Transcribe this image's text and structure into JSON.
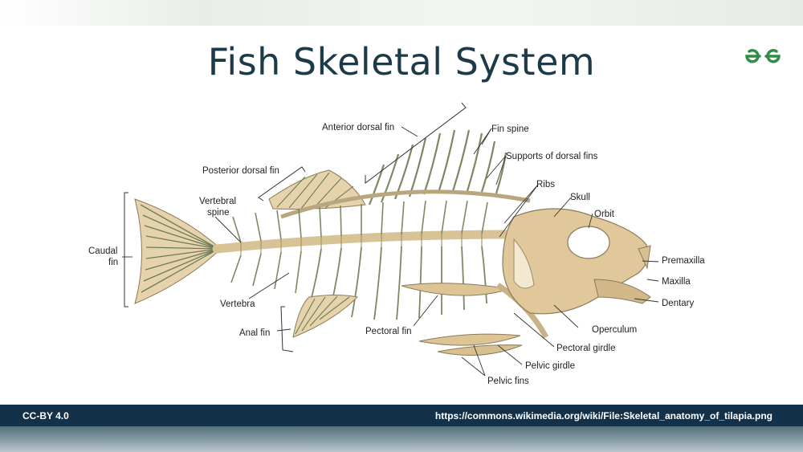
{
  "title": "Fish Skeletal System",
  "brand": {
    "logo_icon": "geeksforgeeks-logo-icon",
    "logo_color": "#2f8d46"
  },
  "labels": {
    "anterior_dorsal_fin": "Anterior dorsal fin",
    "fin_spine": "Fin spine",
    "supports_dorsal": "Supports of dorsal fins",
    "posterior_dorsal_fin": "Posterior dorsal fin",
    "ribs": "Ribs",
    "skull": "Skull",
    "orbit": "Orbit",
    "vertebral_1": "Vertebral",
    "vertebral_2": "spine",
    "caudal_1": "Caudal",
    "caudal_2": "fin",
    "premaxilla": "Premaxilla",
    "maxilla": "Maxilla",
    "dentary": "Dentary",
    "vertebra": "Vertebra",
    "operculum": "Operculum",
    "anal_fin": "Anal fin",
    "pectoral_fin": "Pectoral fin",
    "pectoral_girdle": "Pectoral girdle",
    "pelvic_girdle": "Pelvic girdle",
    "pelvic_fins": "Pelvic fins"
  },
  "footer": {
    "license": "CC-BY 4.0",
    "source_url": "https://commons.wikimedia.org/wiki/File:Skeletal_anatomy_of_tilapia.png"
  },
  "colors": {
    "title": "#1d3a49",
    "bone": "#e3cfa8",
    "bone_stroke": "#8c7a5a",
    "footer": "#13324a"
  }
}
